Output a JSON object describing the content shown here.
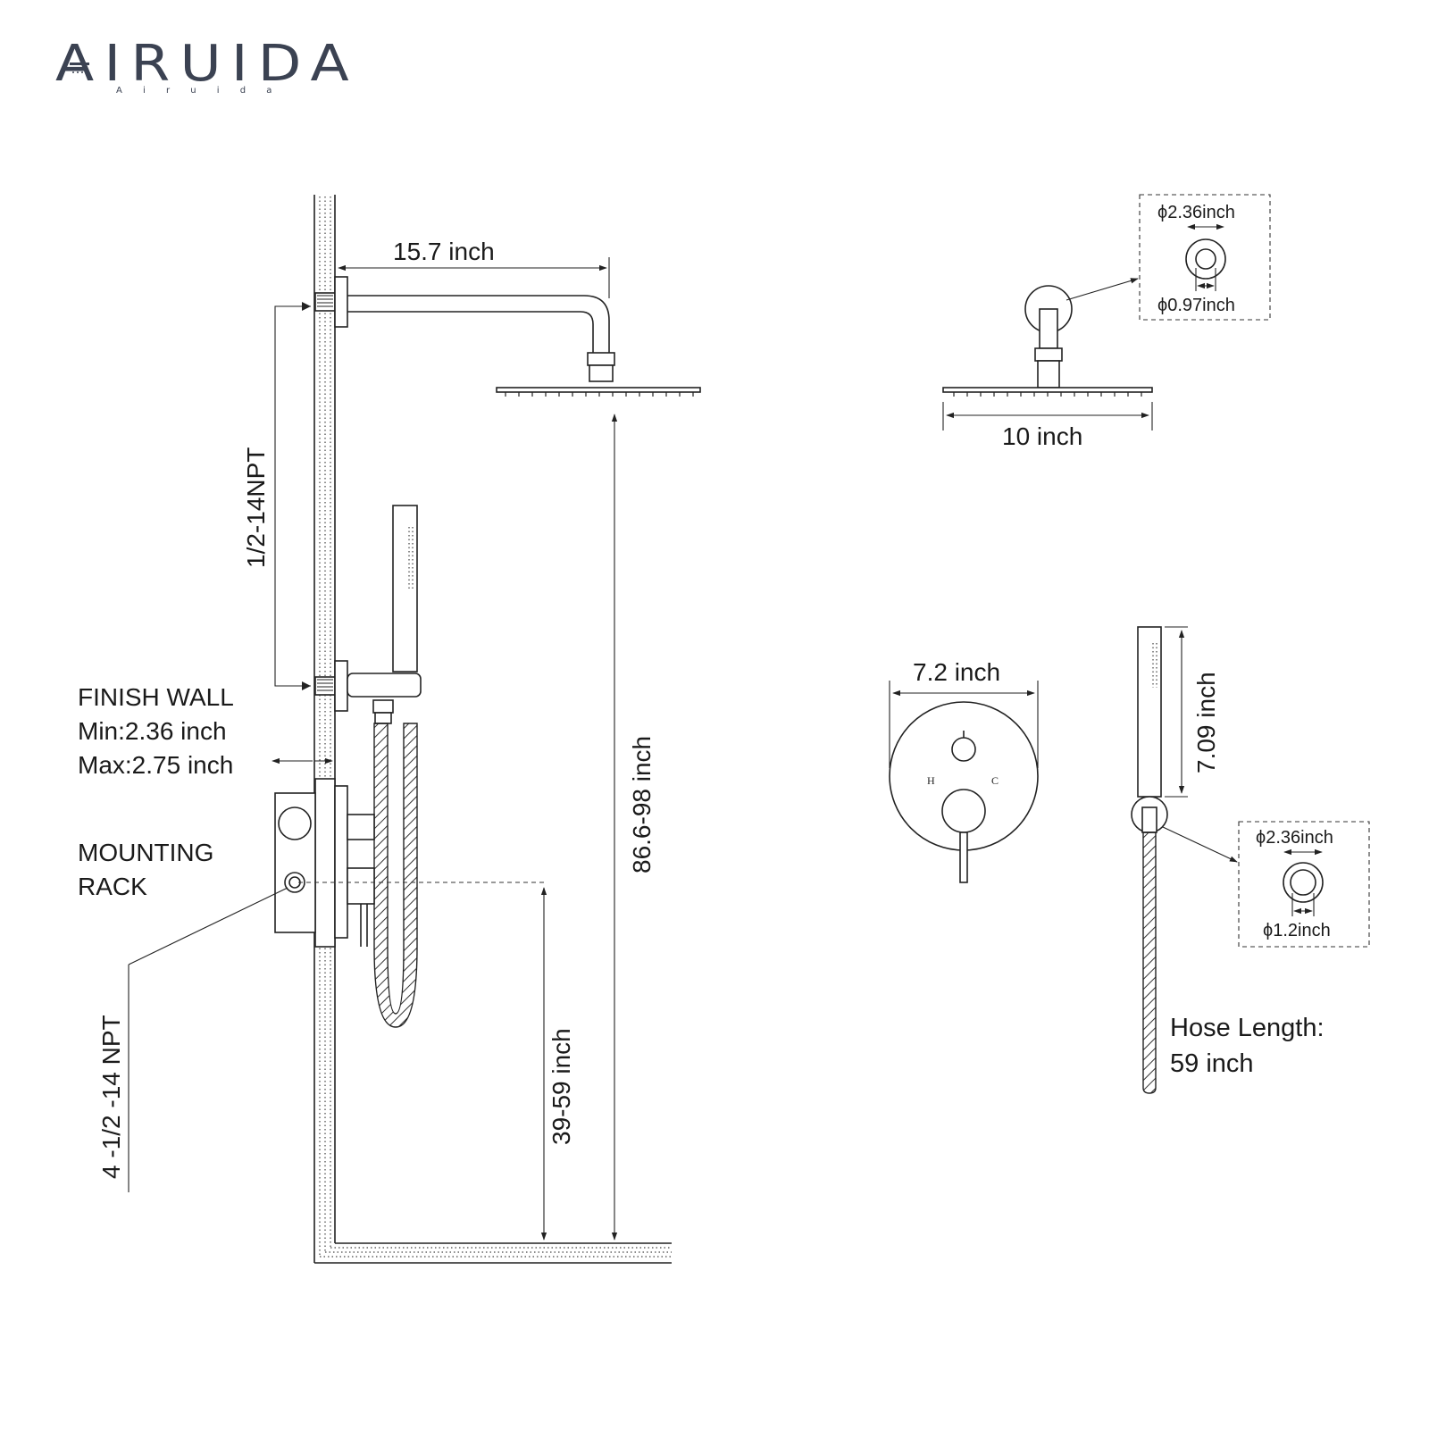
{
  "brand": {
    "name": "AIRUIDA",
    "tagline": "A i r u i d a",
    "color": "#3b4252"
  },
  "main_diagram": {
    "arm_length": "15.7 inch",
    "pipe_thread": "1/2-14NPT",
    "finish_wall": {
      "title": "FINISH WALL",
      "min": "Min:2.36 inch",
      "max": "Max:2.75 inch"
    },
    "mounting_rack": {
      "line1": "MOUNTING",
      "line2": "RACK"
    },
    "inlet_thread": "4 -1/2 -14 NPT",
    "showerhead_height": "86.6-98 inch",
    "valve_height": "39-59 inch"
  },
  "showerhead_detail": {
    "width": "10 inch",
    "flange_outer": "ϕ2.36inch",
    "flange_inner": "ϕ0.97inch"
  },
  "valve_detail": {
    "width": "7.2 inch",
    "hot_label": "H",
    "cold_label": "C"
  },
  "handshower_detail": {
    "length": "7.09 inch",
    "flange_outer": "ϕ2.36inch",
    "flange_inner": "ϕ1.2inch",
    "hose_label": "Hose Length:",
    "hose_value": "59 inch"
  }
}
